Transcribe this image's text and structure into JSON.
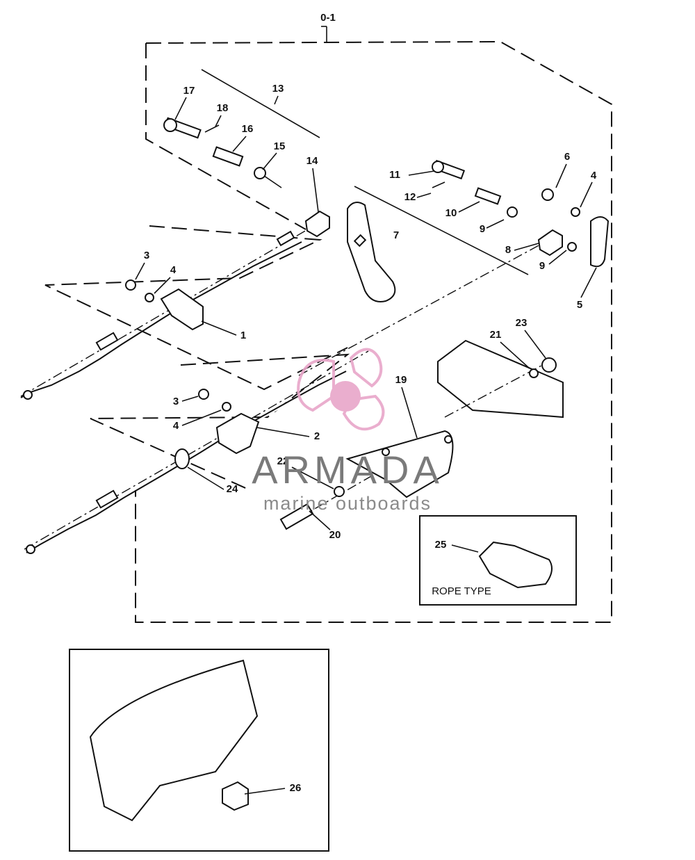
{
  "assembly_label": "0-1",
  "callouts": [
    "1",
    "2",
    "3",
    "4",
    "5",
    "6",
    "7",
    "8",
    "9",
    "10",
    "11",
    "12",
    "13",
    "14",
    "15",
    "16",
    "17",
    "18",
    "19",
    "20",
    "21",
    "22",
    "23",
    "24",
    "25",
    "26"
  ],
  "inset_rope": {
    "caption": "ROPE TYPE",
    "part": "25"
  },
  "inset_bottom": {
    "part": "26"
  },
  "watermark": {
    "brand": "ARMADA",
    "tagline": "marine outboards",
    "color": "#e8a6c9"
  }
}
